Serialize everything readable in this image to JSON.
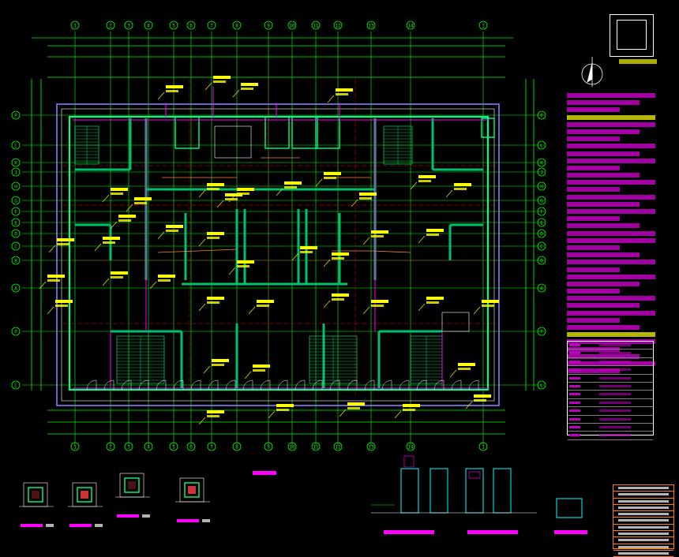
{
  "drawing": {
    "colors": {
      "background": "#000000",
      "grid_axis": "#00ff00",
      "wall": "#00ff80",
      "room_label": "#ffff00",
      "pipe": "#ff00ff",
      "red_line": "#ff0000",
      "white_line": "#ffffff",
      "cyan_line": "#00ffff",
      "orange_frame": "#ff8000"
    },
    "grid_bubbles_top": [
      "1",
      "2",
      "3",
      "4",
      "5",
      "6",
      "7",
      "8",
      "9",
      "10",
      "11",
      "12",
      "13",
      "14"
    ],
    "grid_bubbles_left": [
      "P",
      "L",
      "K",
      "J",
      "H",
      "G",
      "F",
      "E",
      "D",
      "C",
      "B",
      "A"
    ],
    "icons": [
      "north-arrow-icon",
      "key-plan-icon"
    ],
    "detail_count": 6
  }
}
